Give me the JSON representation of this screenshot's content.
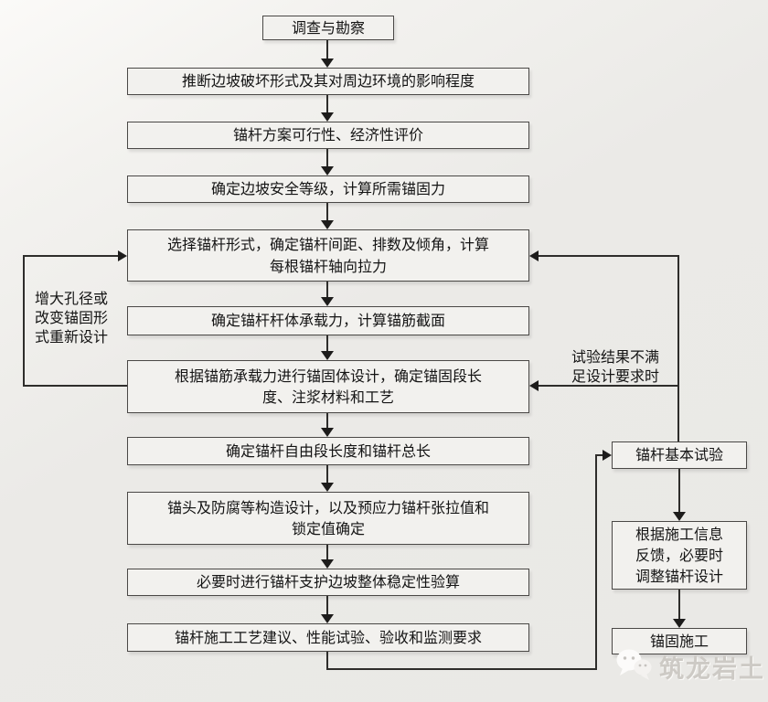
{
  "flowchart": {
    "main_boxes": [
      {
        "label": "调查与勘察"
      },
      {
        "label": "推断边坡破坏形式及其对周边环境的影响程度"
      },
      {
        "label": "锚杆方案可行性、经济性评价"
      },
      {
        "label": "确定边坡安全等级，计算所需锚固力"
      },
      {
        "label": "选择锚杆形式，确定锚杆间距、排数及倾角，计算\n每根锚杆轴向拉力"
      },
      {
        "label": "确定锚杆杆体承载力，计算锚筋截面"
      },
      {
        "label": "根据锚筋承载力进行锚固体设计，确定锚固段长\n度、注浆材料和工艺"
      },
      {
        "label": "确定锚杆自由段长度和锚杆总长"
      },
      {
        "label": "锚头及防腐等构造设计，以及预应力锚杆张拉值和\n锁定值确定"
      },
      {
        "label": "必要时进行锚杆支护边坡整体稳定性验算"
      },
      {
        "label": "锚杆施工工艺建议、性能试验、验收和监测要求"
      }
    ],
    "side_boxes": [
      {
        "label": "锚杆基本试验"
      },
      {
        "label": "根据施工信息\n反馈，必要时\n调整锚杆设计"
      },
      {
        "label": "锚固施工"
      }
    ],
    "annotations": {
      "left_note": "增大孔径或\n改变锚固形\n式重新设计",
      "right_note": "试验结果不满\n足设计要求时"
    },
    "colors": {
      "line": "#2e2d2b",
      "box_border": "#4a4846",
      "box_fill": "#f2f1ee",
      "background": "#ebeae7"
    }
  },
  "watermark": {
    "text": "筑龙岩土",
    "icon": "wechat-chat-bubbles-icon"
  }
}
